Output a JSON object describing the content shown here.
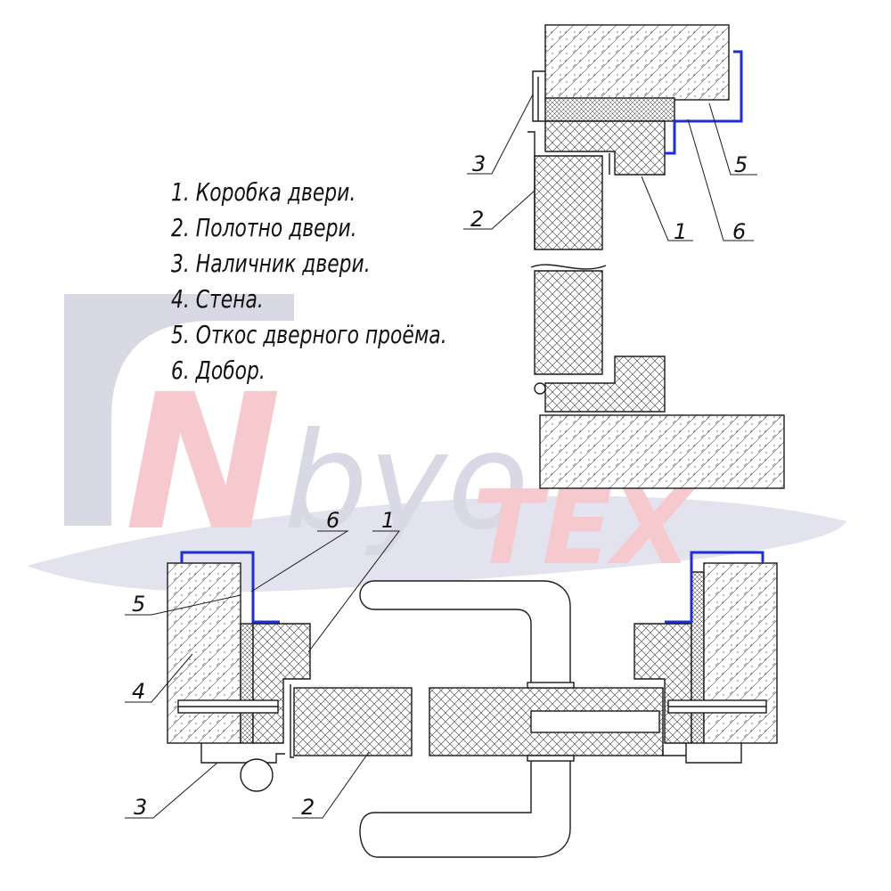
{
  "watermark": {
    "letter": "N",
    "text": "byo",
    "text2": "TEX",
    "colors": {
      "gray": "#d9d9e6",
      "pink": "#f6c9cf",
      "swoosh": "#e3e3ef"
    }
  },
  "legend": {
    "items": [
      "1. Коробка двери.",
      "2. Полотно двери.",
      "3. Наличник двери.",
      "4. Стена.",
      "5. Откос дверного проёма.",
      "6. Добор."
    ]
  },
  "callouts": {
    "top_3": "3",
    "top_2": "2",
    "top_1": "1",
    "top_6": "6",
    "top_5": "5",
    "bottom_6": "6",
    "bottom_1": "1",
    "bottom_5": "5",
    "bottom_4": "4",
    "bottom_3": "3",
    "bottom_2": "2"
  },
  "colors": {
    "line": "#1a1a1a",
    "dobor": "#1f2fd6"
  }
}
